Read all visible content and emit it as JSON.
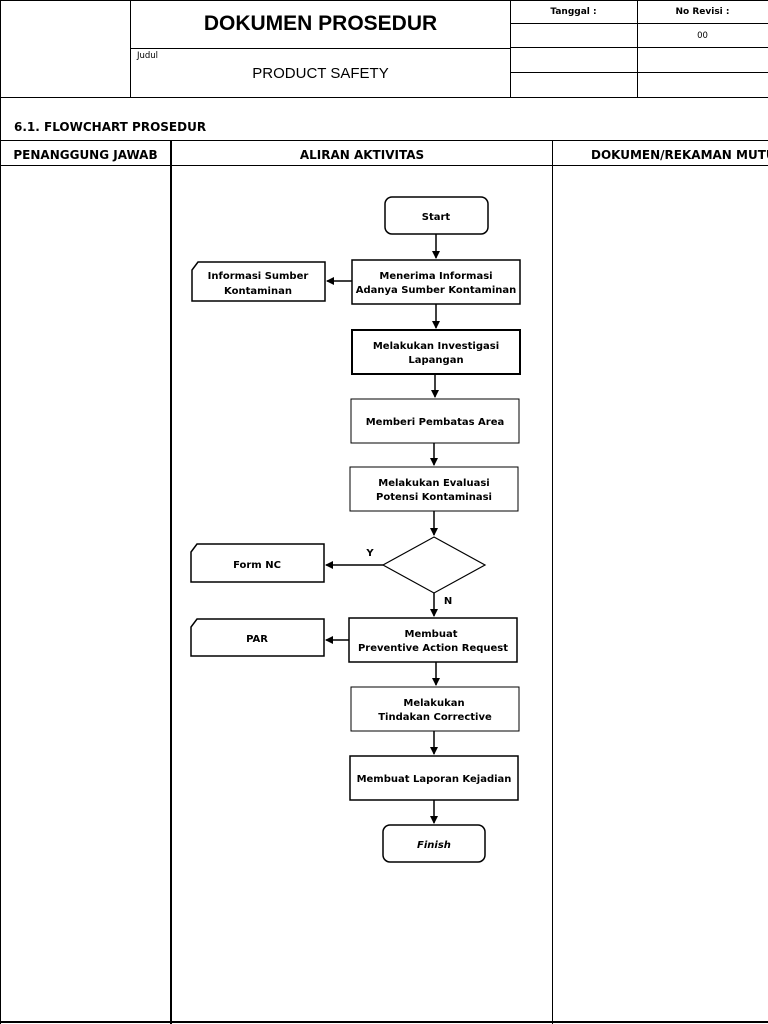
{
  "header": {
    "title": "DOKUMEN PROSEDUR",
    "judul_label": "Judul",
    "subtitle": "PRODUCT SAFETY",
    "tanggal_label": "Tanggal :",
    "no_revisi_label": "No Revisi :",
    "no_revisi_value": "00"
  },
  "section": {
    "heading": "6.1.  FLOWCHART PROSEDUR"
  },
  "columns": {
    "penanggung": "PENANGGUNG JAWAB",
    "aliran": "ALIRAN AKTIVITAS",
    "dokumen": "DOKUMEN/REKAMAN MUTU"
  },
  "flow": {
    "start": "Start",
    "step1": [
      "Menerima Informasi",
      "Adanya Sumber Kontaminan"
    ],
    "doc1": [
      "Informasi Sumber",
      "Kontaminan"
    ],
    "step2": [
      "Melakukan Investigasi",
      "Lapangan"
    ],
    "step3": "Memberi Pembatas Area",
    "step4": [
      "Melakukan Evaluasi",
      "Potensi Kontaminasi"
    ],
    "yes": "Y",
    "no": "N",
    "doc2": "Form NC",
    "step5": [
      "Membuat",
      "Preventive Action Request"
    ],
    "doc3": "PAR",
    "step6": [
      "Melakukan",
      "Tindakan Corrective"
    ],
    "step7": "Membuat Laporan Kejadian",
    "finish": "Finish"
  }
}
